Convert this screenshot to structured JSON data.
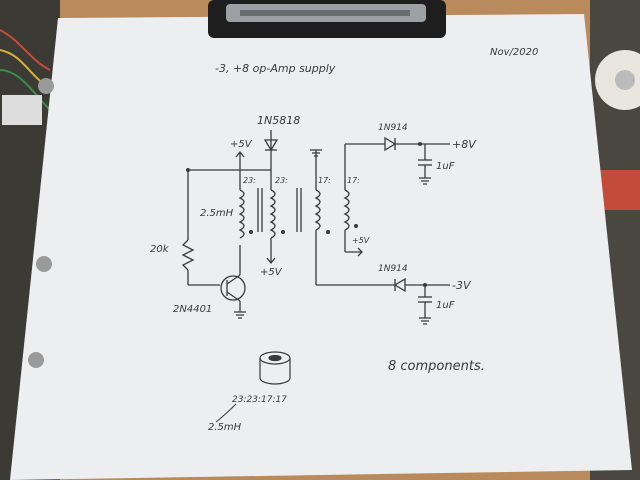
{
  "photo": {
    "paper_color": "#eceef0",
    "board_color": "#b88a5c",
    "ink_color": "#3a3a3a"
  },
  "sheet": {
    "date": "Nov/2020",
    "title": "-3, +8 op-Amp supply",
    "note": "8 components."
  },
  "schematic": {
    "diode_in": "1N5818",
    "diode_pos": "1N914",
    "diode_neg": "1N914",
    "rail_in_left": "+5V",
    "rail_in_bottom": "+5V",
    "rail_mid": "+5V",
    "out_pos": "+8V",
    "out_neg": "-3V",
    "winding_1": "23:",
    "winding_2": "23:",
    "winding_3": "17:",
    "winding_4": "17:",
    "inductance": "2.5mH",
    "resistor": "20k",
    "cap_pos": "1uF",
    "cap_neg": "1uF",
    "transistor": "2N4401"
  },
  "toroid": {
    "ratio": "23:23:17:17",
    "inductance": "2.5mH"
  }
}
